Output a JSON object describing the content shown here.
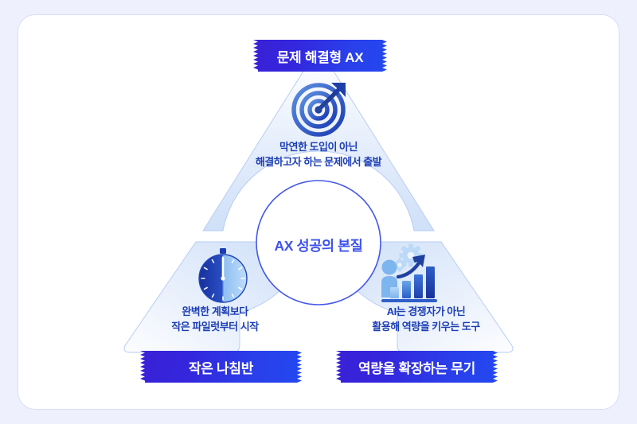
{
  "center": {
    "label": "AX 성공의 본질"
  },
  "nodes": [
    {
      "id": "top",
      "icon": "target-icon",
      "caption_line1": "막연한 도입이 아닌",
      "caption_line2": "해결하고자 하는 문제에서 출발",
      "ribbon_label": "문제 해결형 AX"
    },
    {
      "id": "left",
      "icon": "stopwatch-icon",
      "caption_line1": "완벽한 계획보다",
      "caption_line2": "작은 파일럿부터 시작",
      "ribbon_label": "작은 나침반"
    },
    {
      "id": "right",
      "icon": "growth-chart-person-icon",
      "caption_line1": "AI는 경쟁자가 아닌",
      "caption_line2": "활용해 역량을 키우는 도구",
      "ribbon_label": "역량을 확장하는 무기"
    }
  ],
  "colors": {
    "page_background": "#eef0fd",
    "card_background": "#ffffff",
    "ribbon_gradient_start": "#3a21d6",
    "ribbon_gradient_end": "#2348f0",
    "ribbon_text": "#ffffff",
    "center_text": "#3d52ec",
    "caption_text": "#1d3fb5",
    "panel_fill_light": "#ffffff",
    "panel_fill_blue": "#cfe0f8",
    "panel_border": "#b9cdf2",
    "circle_border": "#4558e8",
    "icon_dark": "#1a3bb5",
    "icon_mid": "#2f6fd0",
    "icon_light": "#9cc4f0"
  }
}
